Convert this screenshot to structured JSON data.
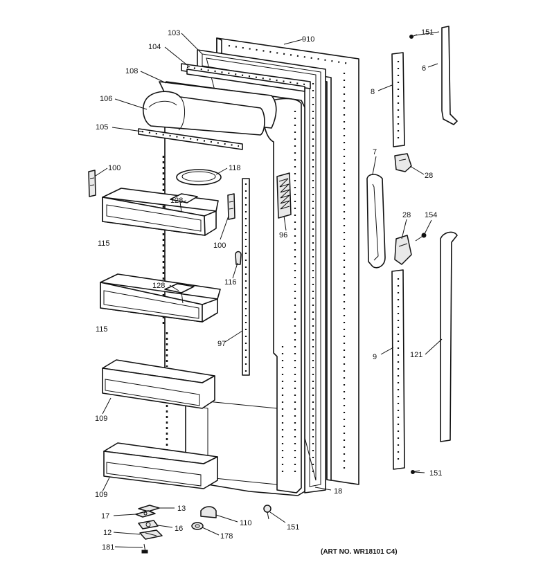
{
  "callouts": {
    "c103": "103",
    "c104": "104",
    "c108": "108",
    "c106": "106",
    "c105": "105",
    "c910": "910",
    "c151a": "151",
    "c6": "6",
    "c8": "8",
    "c100a": "100",
    "c118": "118",
    "c128a": "128",
    "c115a": "115",
    "c100b": "100",
    "c96": "96",
    "c7": "7",
    "c28a": "28",
    "c28b": "28",
    "c154": "154",
    "c116": "116",
    "c128b": "128",
    "c115b": "115",
    "c97": "97",
    "c9": "9",
    "c121": "121",
    "c109a": "109",
    "c109b": "109",
    "c151b": "151",
    "c18": "18",
    "c13": "13",
    "c17": "17",
    "c16": "16",
    "c12": "12",
    "c181": "181",
    "c110": "110",
    "c178": "178",
    "c151c": "151"
  },
  "art_number": "(ART NO. WR18101 C4)"
}
